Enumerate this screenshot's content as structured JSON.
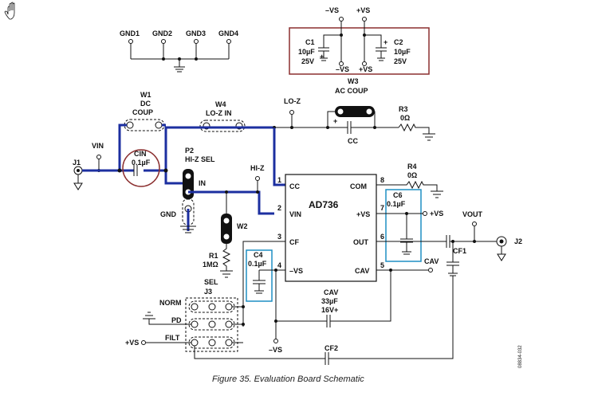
{
  "caption": "Figure 35. Evaluation Board Schematic",
  "side_code": "08834-032",
  "ic": {
    "name": "AD736"
  },
  "pins": {
    "p1": "1",
    "p2": "2",
    "p3": "3",
    "p4": "4",
    "p5": "5",
    "p6": "6",
    "p7": "7",
    "p8": "8",
    "cc": "CC",
    "vin": "VIN",
    "cf": "CF",
    "negvs": "–VS",
    "com": "COM",
    "posvs": "+VS",
    "out": "OUT",
    "cav": "CAV"
  },
  "grounds": {
    "g1": "GND1",
    "g2": "GND2",
    "g3": "GND3",
    "g4": "GND4"
  },
  "supply": {
    "neg_top": "–VS",
    "pos_top": "+VS",
    "c1": "C1",
    "c1_val": "10µF",
    "c1_v": "25V",
    "c2": "C2",
    "c2_val": "10µF",
    "c2_v": "25V",
    "neg_bot": "–VS",
    "pos_bot": "+VS",
    "plus1": "+",
    "plus2": "+"
  },
  "labels": {
    "w1": "W1",
    "w1_a": "DC",
    "w1_b": "COUP",
    "w4": "W4",
    "w4_a": "LO-Z IN",
    "loz": "LO-Z",
    "w3": "W3",
    "w3_a": "AC COUP",
    "r3": "R3",
    "r3_val": "0Ω",
    "cc": "CC",
    "plus_cc": "+",
    "j1": "J1",
    "vin": "VIN",
    "cin": "CIN",
    "cin_val": "0.1µF",
    "p2": "P2",
    "p2_a": "HI-Z SEL",
    "in": "IN",
    "gnd": "GND",
    "hiz": "HI-Z",
    "w2": "W2",
    "r1": "R1",
    "r1_val": "1MΩ",
    "r4": "R4",
    "r4_val": "0Ω",
    "c6": "C6",
    "c6_val": "0.1µF",
    "vs7": "+VS",
    "vout": "VOUT",
    "j2": "J2",
    "cf1": "CF1",
    "c4": "C4",
    "c4_val": "0.1µF",
    "cav_out": "CAV",
    "cav": "CAV",
    "cav_v1": "33µF",
    "cav_v2": "16V+",
    "sel": "SEL",
    "j3": "J3",
    "norm": "NORM",
    "pd": "PD",
    "filt": "FILT",
    "vs_filt": "+VS",
    "negvs_bot": "–VS",
    "cf2": "CF2"
  }
}
